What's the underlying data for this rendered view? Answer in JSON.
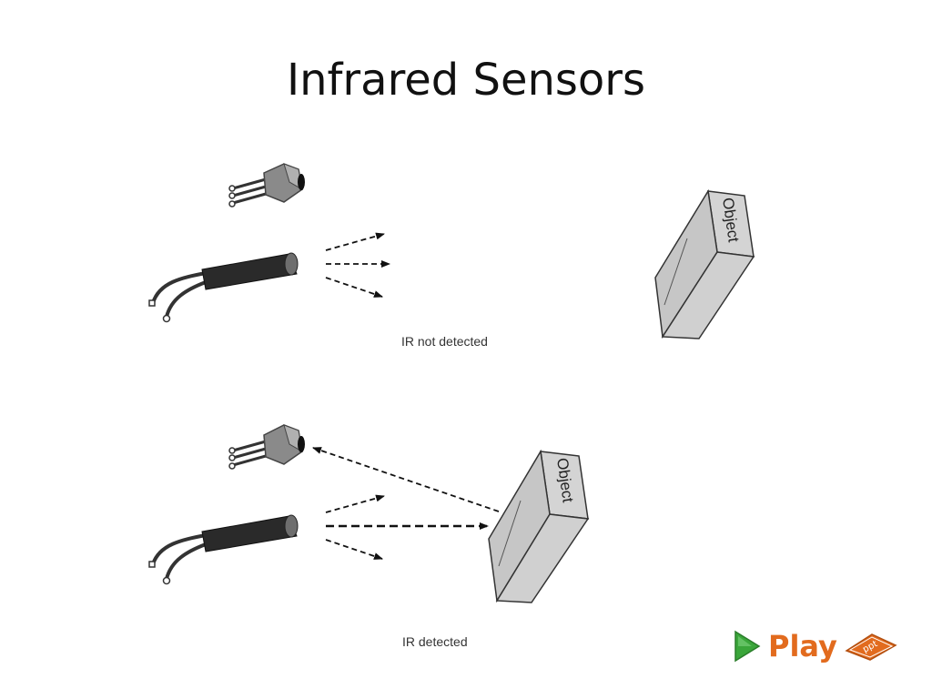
{
  "slide": {
    "title": "Infrared Sensors"
  },
  "diagram": {
    "top_panel": {
      "caption": "IR not detected",
      "object_label": "Object"
    },
    "bottom_panel": {
      "caption": "IR detected",
      "object_label": "Object"
    }
  },
  "play_button": {
    "label": "Play",
    "badge_text": "ppt",
    "icon": "play-triangle-icon",
    "colors": {
      "label": "#e26b1e",
      "triangle": "#3aa63a",
      "badge": "#e26b1e"
    }
  }
}
